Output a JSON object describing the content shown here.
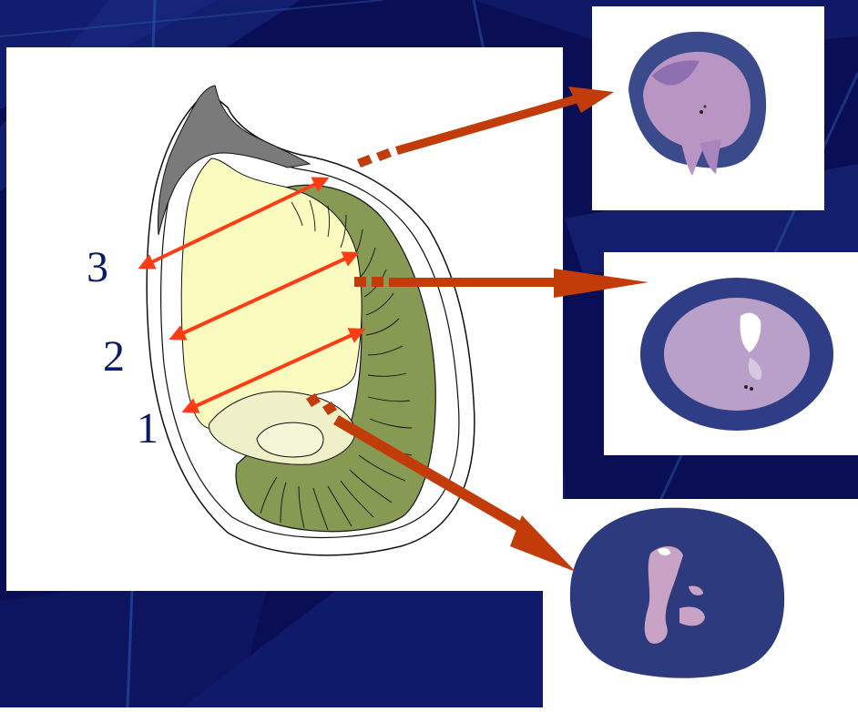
{
  "slide": {
    "background_colors": {
      "base": "#0a0f55",
      "stripe": "#1c2f86",
      "accent_line": "#2a55a8"
    }
  },
  "diagram": {
    "plane_labels": [
      "3",
      "2",
      "1"
    ],
    "colors": {
      "hull_gray": "#7a7a7a",
      "endosperm": "#fbfbbf",
      "scutellum": "#879a54",
      "embryo": "#f0f0c8",
      "plane_arrow": "#ff3c14",
      "callout_arrow": "#c23c0a"
    }
  },
  "sections": [
    {
      "name": "section-top",
      "stain_colors": [
        "#8e6fb0",
        "#3a4a8a",
        "#b995c4"
      ]
    },
    {
      "name": "section-middle",
      "stain_colors": [
        "#2f3c86",
        "#b9a0c8",
        "#ffffff"
      ]
    },
    {
      "name": "section-bottom",
      "stain_colors": [
        "#2d3a7e",
        "#3d4d90",
        "#c9a3c6"
      ]
    }
  ]
}
